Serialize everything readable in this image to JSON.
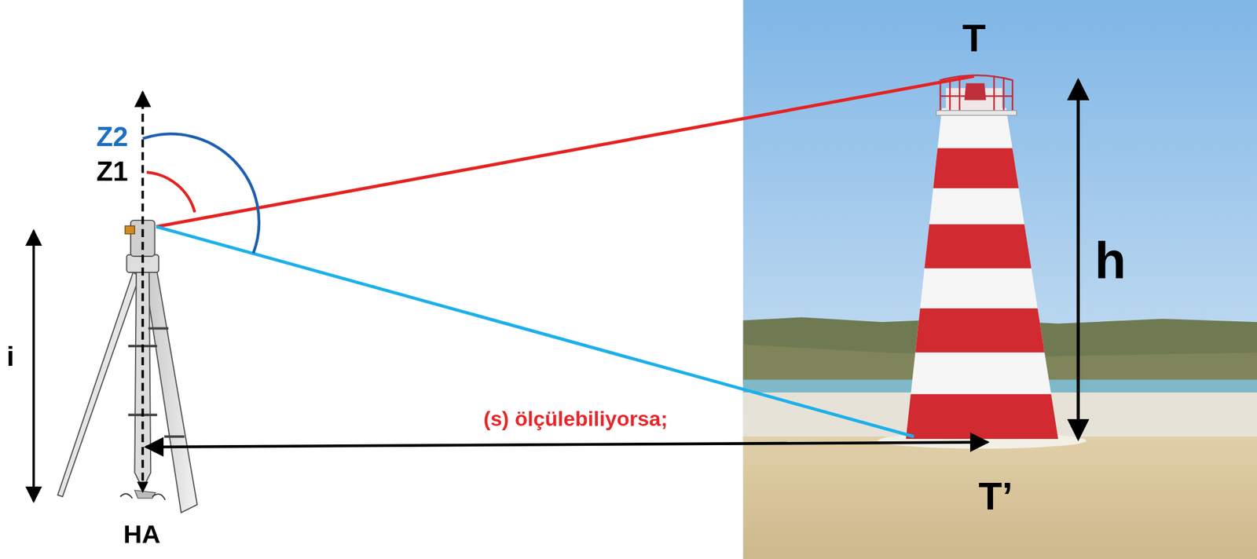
{
  "diagram": {
    "labels": [
      "T",
      "Z2",
      "Z1",
      "h",
      "i",
      "(s) ölçülebiliyorsa;",
      "T’",
      "HA"
    ]
  }
}
